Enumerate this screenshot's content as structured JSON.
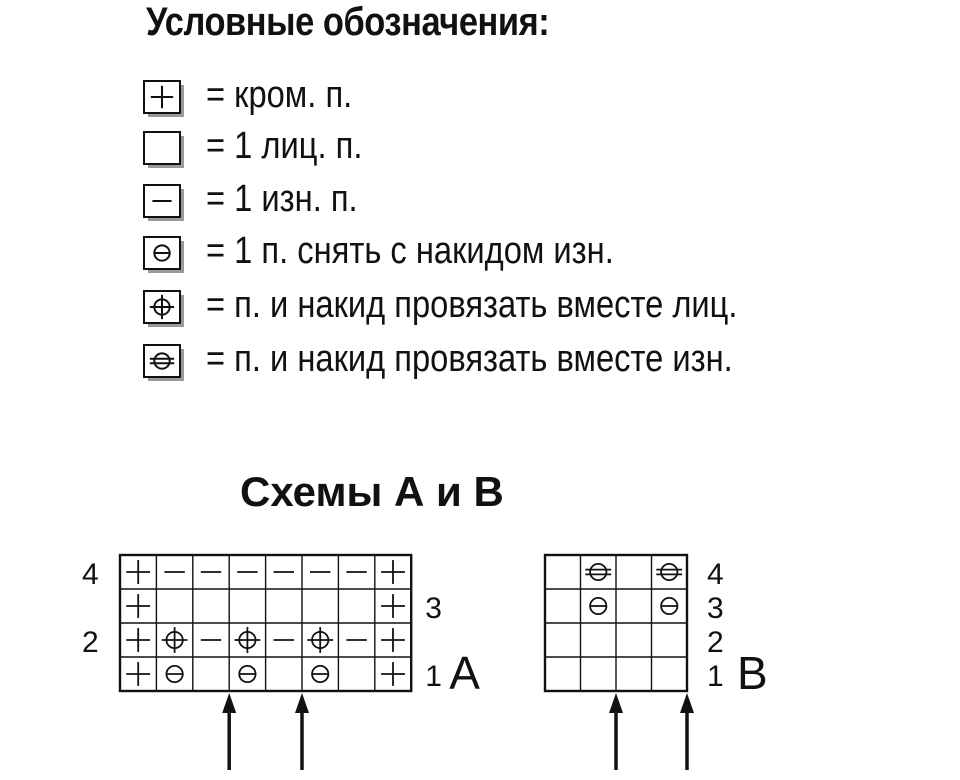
{
  "legend": {
    "title": "Условные обозначения:",
    "items": [
      {
        "symbol": "edge",
        "label": "= кром. п."
      },
      {
        "symbol": "knit",
        "label": "= 1 лиц. п."
      },
      {
        "symbol": "purl",
        "label": "= 1 изн. п."
      },
      {
        "symbol": "slip-yo",
        "label": "= 1 п. снять с накидом изн."
      },
      {
        "symbol": "knit-together",
        "label": "= п. и накид провязать вместе лиц."
      },
      {
        "symbol": "purl-together",
        "label": "= п. и накид провязать вместе изн."
      }
    ]
  },
  "charts": {
    "title": "Схемы А и В",
    "chart_a": {
      "letter": "A",
      "rows": [
        {
          "number": "4",
          "side": "left",
          "cells": [
            "edge",
            "purl",
            "purl",
            "purl",
            "purl",
            "purl",
            "purl",
            "edge"
          ]
        },
        {
          "number": "3",
          "side": "right",
          "cells": [
            "edge",
            "knit",
            "knit",
            "knit",
            "knit",
            "knit",
            "knit",
            "edge"
          ]
        },
        {
          "number": "2",
          "side": "left",
          "cells": [
            "edge",
            "knit-together",
            "purl",
            "knit-together",
            "purl",
            "knit-together",
            "purl",
            "edge"
          ]
        },
        {
          "number": "1",
          "side": "right",
          "cells": [
            "edge",
            "slip-yo",
            "knit",
            "slip-yo",
            "knit",
            "slip-yo",
            "knit",
            "edge"
          ]
        }
      ],
      "arrow_columns": [
        3,
        5
      ]
    },
    "chart_b": {
      "letter": "B",
      "rows": [
        {
          "number": "4",
          "side": "right",
          "cells": [
            "knit",
            "purl-together",
            "knit",
            "purl-together"
          ]
        },
        {
          "number": "3",
          "side": "right",
          "cells": [
            "knit",
            "slip-yo",
            "knit",
            "slip-yo"
          ]
        },
        {
          "number": "2",
          "side": "right",
          "cells": [
            "knit",
            "knit",
            "knit",
            "knit"
          ]
        },
        {
          "number": "1",
          "side": "right",
          "cells": [
            "knit",
            "knit",
            "knit",
            "knit"
          ]
        }
      ],
      "arrow_columns": [
        2,
        4
      ]
    }
  }
}
